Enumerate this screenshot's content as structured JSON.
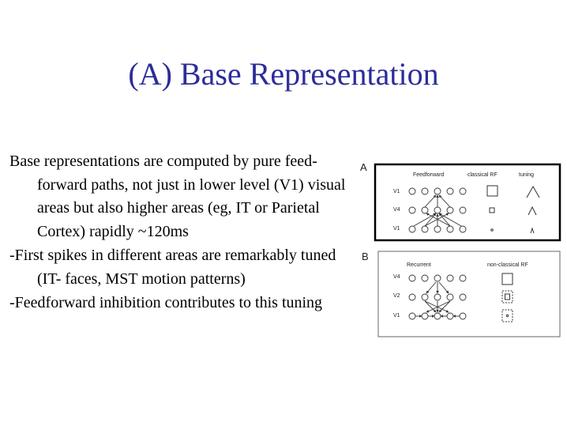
{
  "slide": {
    "title": "(A) Base Representation"
  },
  "bullets": [
    {
      "text": "Base representations are computed by pure feed-forward paths, not just in lower level (V1) visual areas but also higher areas (eg, IT or Parietal Cortex) rapidly ~120ms"
    },
    {
      "text": "-First spikes in different areas are remarkably tuned (IT- faces, MST motion patterns)"
    },
    {
      "text": "-Feedforward inhibition contributes to this tuning"
    }
  ],
  "figure": {
    "panel_a": {
      "letter": "A",
      "headers": [
        "Feedforward",
        "classical RF",
        "tuning"
      ],
      "layers": [
        "V1",
        "V4",
        "V1"
      ]
    },
    "panel_b": {
      "letter": "B",
      "headers": [
        "Recurrent",
        "non-classical RF"
      ],
      "layers": [
        "V4",
        "V2",
        "V1"
      ]
    }
  }
}
